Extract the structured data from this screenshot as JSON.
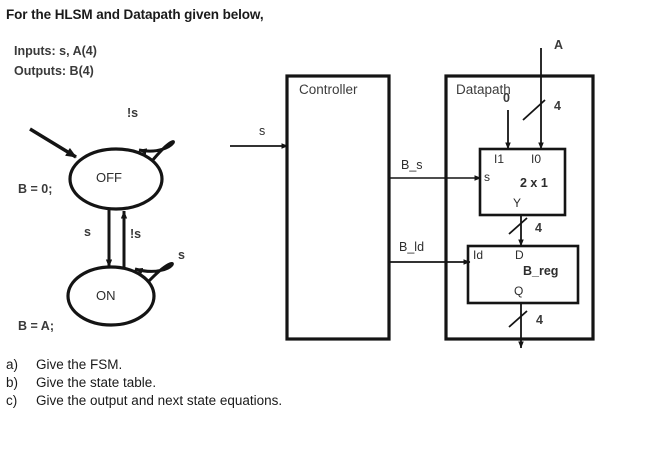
{
  "title": "For the HLSM and Datapath given below,",
  "io": {
    "inputs": "Inputs: s, A(4)",
    "outputs": "Outputs: B(4)"
  },
  "fsm": {
    "states": [
      {
        "name": "OFF",
        "action": "B = 0;"
      },
      {
        "name": "ON",
        "action": "B = A;"
      }
    ],
    "transitions": [
      {
        "from": "OFF",
        "to": "OFF",
        "condition": "!s"
      },
      {
        "from": "OFF",
        "to": "ON",
        "condition": "s"
      },
      {
        "from": "ON",
        "to": "OFF",
        "condition": "!s"
      },
      {
        "from": "ON",
        "to": "ON",
        "condition": "s"
      }
    ]
  },
  "controller": {
    "title": "Controller",
    "input_label": "s",
    "outputs": [
      {
        "label": "B_s"
      },
      {
        "label": "B_ld"
      }
    ]
  },
  "datapath": {
    "title": "Datapath",
    "external_input": "A",
    "constant_input": "0",
    "bus_widths": {
      "a_in": "4",
      "mux_out": "4",
      "reg_out": "4"
    },
    "mux": {
      "name": "2 x 1",
      "in1": "I1",
      "in0": "I0",
      "sel": "s",
      "out": "Y"
    },
    "register": {
      "name": "B_reg",
      "load": "Id",
      "d": "D",
      "q": "Q"
    }
  },
  "questions": [
    {
      "marker": "a)",
      "text": "Give the FSM."
    },
    {
      "marker": "b)",
      "text": "Give the state table."
    },
    {
      "marker": "c)",
      "text": "Give the output and next state equations."
    }
  ],
  "colors": {
    "ink": "#231f20",
    "paper": "#ffffff"
  }
}
